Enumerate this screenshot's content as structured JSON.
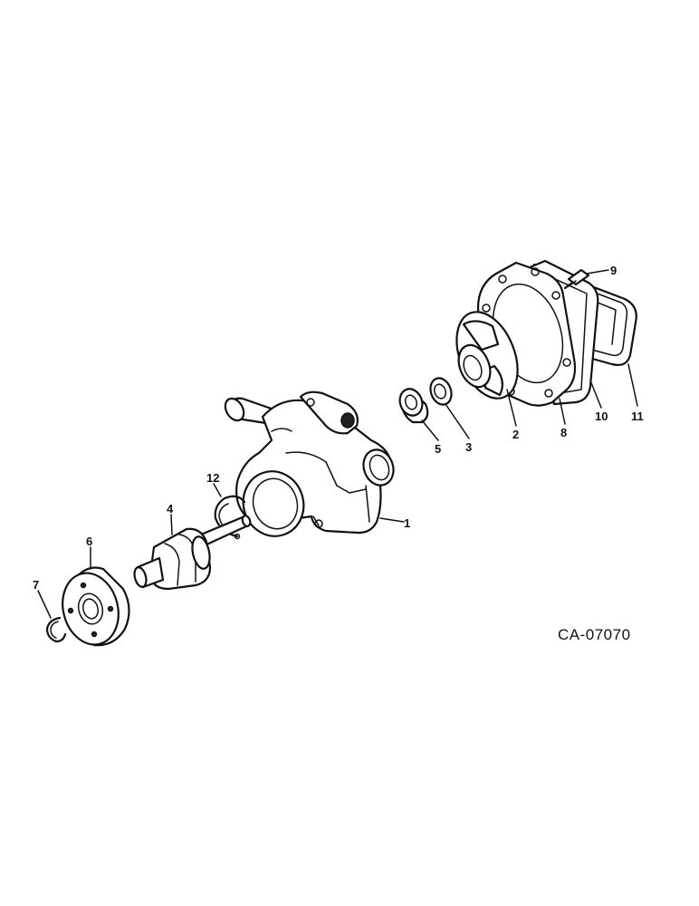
{
  "diagram": {
    "drawing_code": "CA-07070",
    "callouts": [
      {
        "id": "1",
        "label": "1"
      },
      {
        "id": "2",
        "label": "2"
      },
      {
        "id": "3",
        "label": "3"
      },
      {
        "id": "4",
        "label": "4"
      },
      {
        "id": "5",
        "label": "5"
      },
      {
        "id": "6",
        "label": "6"
      },
      {
        "id": "7",
        "label": "7"
      },
      {
        "id": "8",
        "label": "8"
      },
      {
        "id": "9",
        "label": "9"
      },
      {
        "id": "10",
        "label": "10"
      },
      {
        "id": "11",
        "label": "11"
      },
      {
        "id": "12",
        "label": "12"
      }
    ]
  }
}
